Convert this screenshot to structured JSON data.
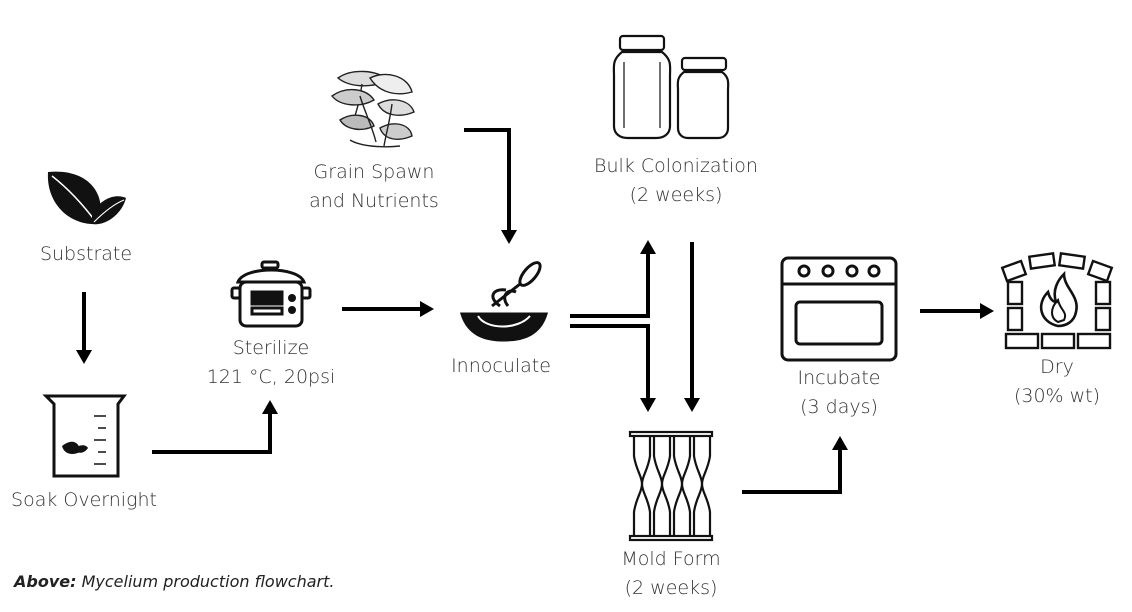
{
  "nodes": {
    "substrate": {
      "label": "Substrate"
    },
    "soak": {
      "label": "Soak Overnight"
    },
    "sterilize": {
      "line1": "Sterilize",
      "line2": "121 °C, 20psi"
    },
    "grain": {
      "line1": "Grain Spawn",
      "line2": "and Nutrients"
    },
    "innoculate": {
      "label": "Innoculate"
    },
    "bulk": {
      "line1": "Bulk Colonization",
      "line2": "(2 weeks)"
    },
    "mold": {
      "line1": "Mold Form",
      "line2": "(2 weeks)"
    },
    "incubate": {
      "line1": "Incubate",
      "line2": "(3 days)"
    },
    "dry": {
      "line1": "Dry",
      "line2": "(30% wt)"
    }
  },
  "caption": {
    "prefix": "Above:",
    "text": "Mycelium production flowchart."
  },
  "icons": [
    "leaves-icon",
    "beaker-icon",
    "pressure-cooker-icon",
    "mushrooms-icon",
    "whisk-bowl-icon",
    "jars-icon",
    "molds-icon",
    "oven-icon",
    "kiln-fire-icon"
  ],
  "colors": {
    "line": "#000000",
    "text": "#333333"
  }
}
